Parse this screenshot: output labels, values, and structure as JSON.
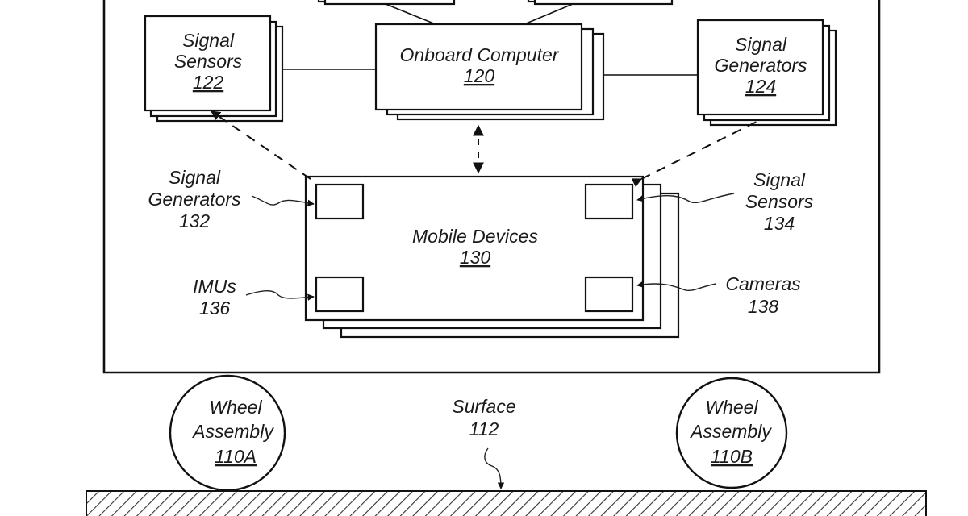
{
  "figure": {
    "vehicle_frame": {
      "label": ""
    },
    "onboard_computer": {
      "name": "Onboard Computer",
      "ref": "120"
    },
    "signal_sensors_122": {
      "line1": "Signal",
      "line2": "Sensors",
      "ref": "122"
    },
    "signal_generators_124": {
      "line1": "Signal",
      "line2": "Generators",
      "ref": "124"
    },
    "mobile_devices": {
      "name": "Mobile Devices",
      "ref": "130"
    },
    "callouts": {
      "signal_generators_132": {
        "line1": "Signal",
        "line2": "Generators",
        "ref": "132"
      },
      "signal_sensors_134": {
        "line1": "Signal",
        "line2": "Sensors",
        "ref": "134"
      },
      "imus_136": {
        "line1": "IMUs",
        "ref": "136"
      },
      "cameras_138": {
        "line1": "Cameras",
        "ref": "138"
      }
    },
    "wheel_a": {
      "line1": "Wheel",
      "line2": "Assembly",
      "ref": "110A"
    },
    "wheel_b": {
      "line1": "Wheel",
      "line2": "Assembly",
      "ref": "110B"
    },
    "surface": {
      "name": "Surface",
      "ref": "112"
    }
  }
}
